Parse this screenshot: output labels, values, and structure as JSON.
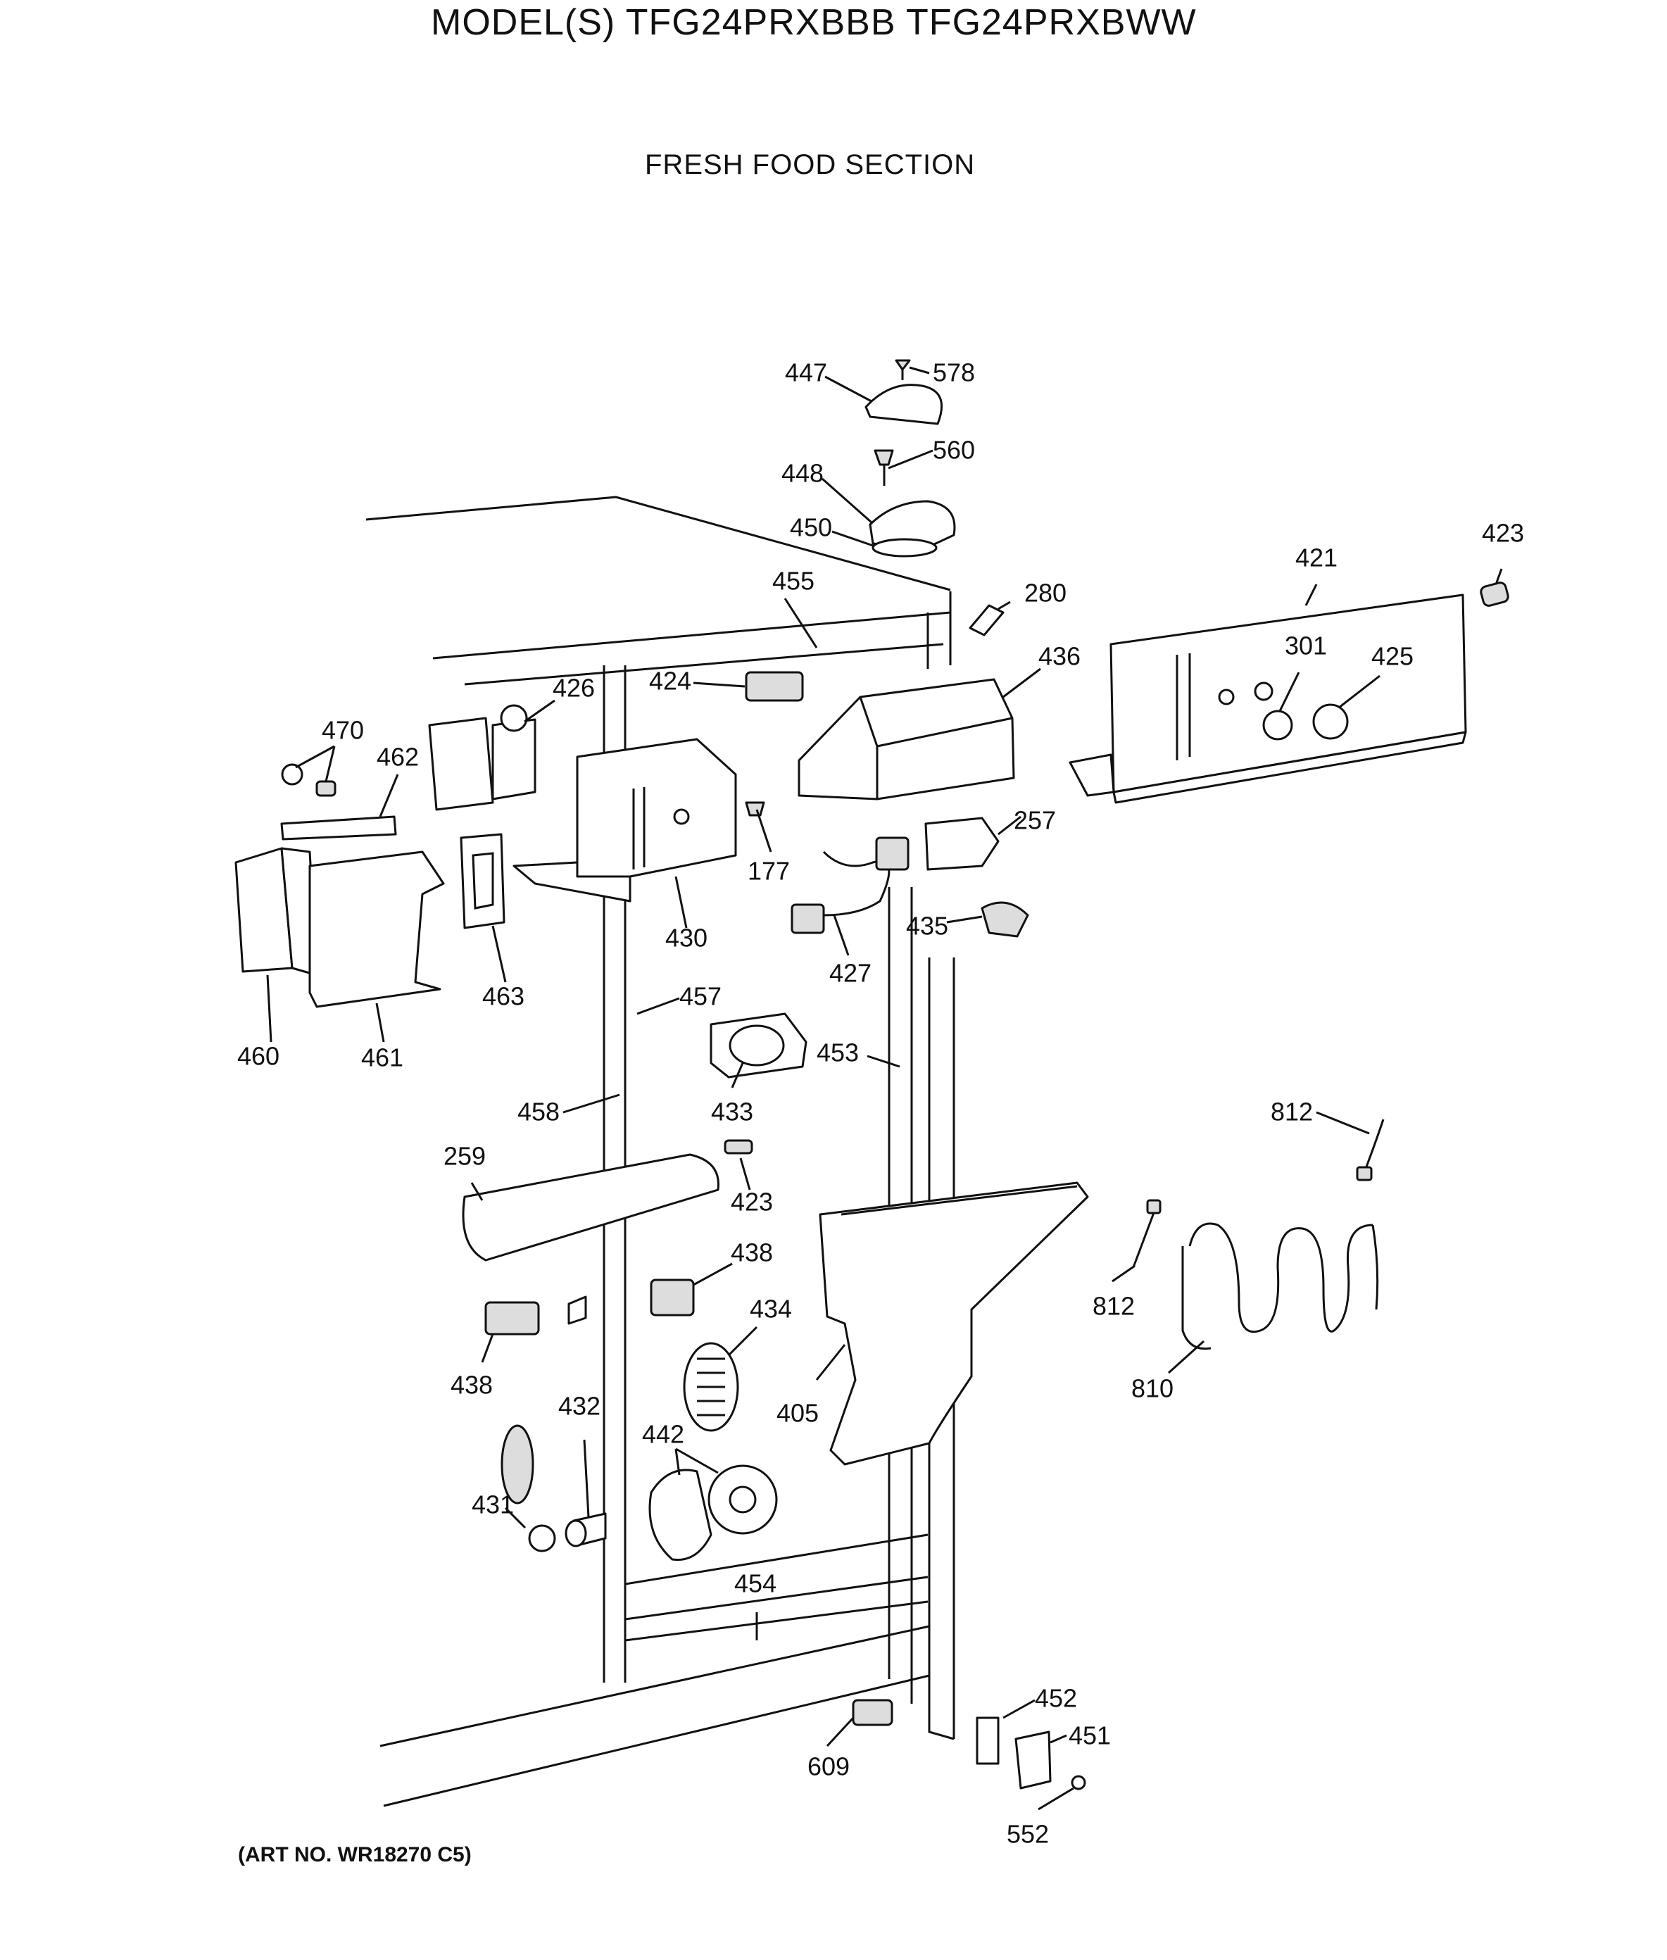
{
  "header": {
    "title": "MODEL(S) TFG24PRXBBB  TFG24PRXBWW",
    "subtitle": "FRESH FOOD SECTION"
  },
  "footer": {
    "art_no": "(ART NO. WR18270 C5)"
  },
  "callouts": [
    "447",
    "578",
    "560",
    "448",
    "450",
    "455",
    "280",
    "423",
    "421",
    "436",
    "424",
    "426",
    "301",
    "425",
    "470",
    "462",
    "177",
    "257",
    "430",
    "427",
    "435",
    "463",
    "457",
    "460",
    "461",
    "453",
    "433",
    "458",
    "812",
    "259",
    "423",
    "438",
    "434",
    "438",
    "812",
    "810",
    "405",
    "432",
    "442",
    "431",
    "454",
    "452",
    "451",
    "609",
    "552"
  ]
}
